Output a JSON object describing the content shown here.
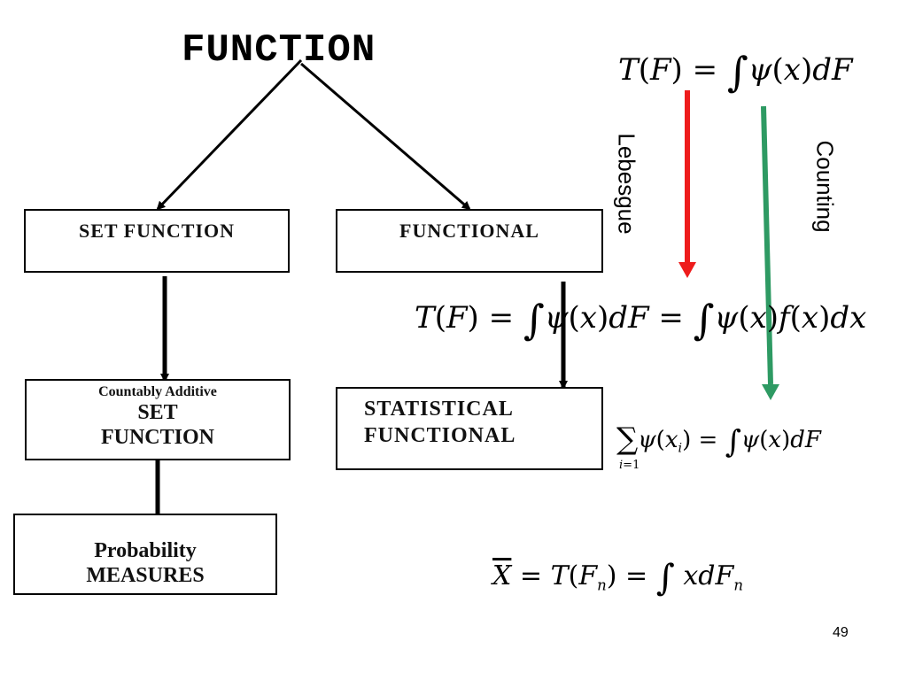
{
  "diagram": {
    "title": "FUNCTION",
    "set_function_box": {
      "label": "SET  FUNCTION"
    },
    "functional_box": {
      "label": "FUNCTIONAL"
    },
    "countably_box": {
      "small": "Countably Additive",
      "line1": "SET",
      "line2": "FUNCTION"
    },
    "statistical_box": {
      "line1": "STATISTICAL",
      "line2": "FUNCTIONAL"
    },
    "probability_box": {
      "line1": "Probability",
      "line2": "MEASURES"
    },
    "lebesgue_label": "Lebesgue",
    "counting_label": "Counting",
    "colors": {
      "red_arrow": "#ee1c1c",
      "green_arrow": "#2e9a63",
      "black": "#000000"
    }
  },
  "equations": {
    "top": "T(F) = ∫ψ(x)dF",
    "middle": "T(F) = ∫ψ(x)dF = ∫ψ(x)f(x)dx",
    "sum": "∑ i=1 ψ(x_i) = ∫ψ(x)dF",
    "mean": "X̄ = T(F_n) = ∫ x dF_n"
  },
  "page_number": "49"
}
